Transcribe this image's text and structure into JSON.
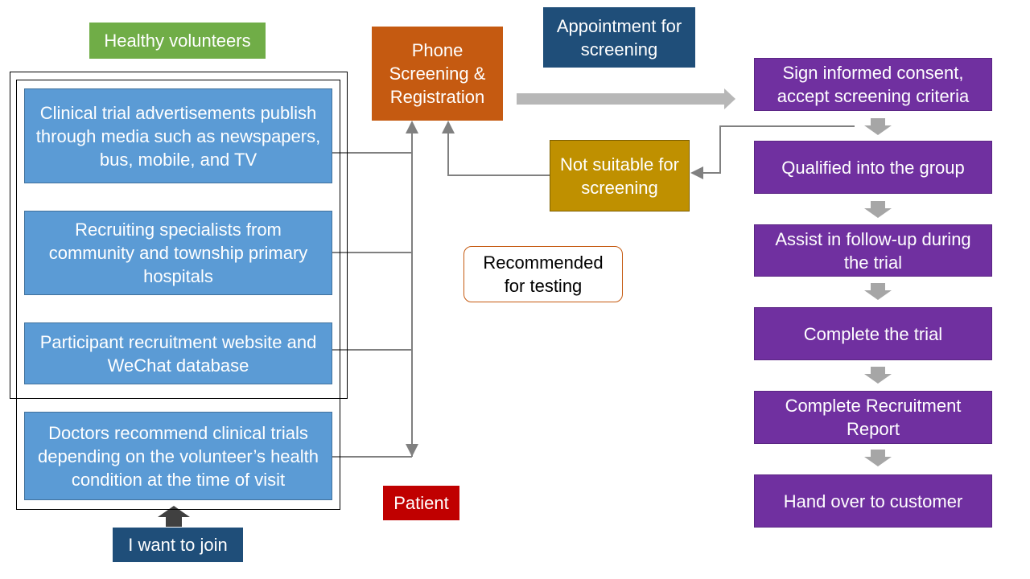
{
  "labels": {
    "healthy_volunteers": "Healthy volunteers",
    "patient": "Patient",
    "i_want_to_join": "I want to join",
    "appointment": "Appointment for screening",
    "phone_screening": "Phone Screening & Registration",
    "not_suitable": "Not suitable for screening",
    "recommended": "Recommended for testing"
  },
  "sources": [
    "Clinical trial advertisements publish through media such as newspapers, bus, mobile, and TV",
    "Recruiting specialists from community and township primary hospitals",
    "Participant recruitment website and WeChat database",
    "Doctors recommend clinical trials depending on  the volunteer’s health condition at the time of visit"
  ],
  "steps": [
    "Sign informed consent, accept screening criteria",
    "Qualified into the group",
    "Assist in follow-up during the trial",
    "Complete the trial",
    "Complete Recruitment Report",
    "Hand over to customer"
  ],
  "colors": {
    "green": "#70ad47",
    "blue": "#5b9bd5",
    "orange": "#c55a11",
    "gold": "#bf9000",
    "navy": "#1f4e79",
    "red": "#c00000",
    "purple": "#7030a0"
  }
}
